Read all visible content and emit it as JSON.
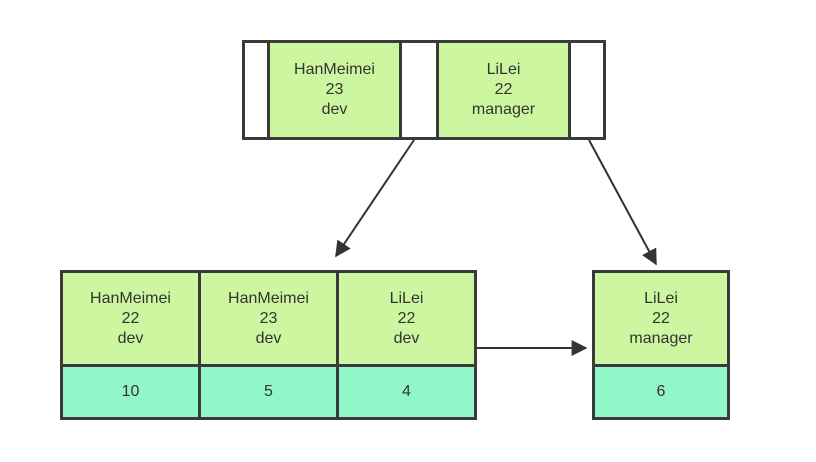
{
  "diagram": {
    "colors": {
      "key_fill": "#cdf6a0",
      "value_fill": "#91f7c9",
      "pointer_fill": "#ffffff",
      "border": "#3a3a3a",
      "text": "#333333",
      "arrow": "#333333",
      "canvas_bg": "#ffffff"
    },
    "root": {
      "keys": [
        {
          "lines": [
            "HanMeimei",
            "23",
            "dev"
          ]
        },
        {
          "lines": [
            "LiLei",
            "22",
            "manager"
          ]
        }
      ]
    },
    "leftLeaf": {
      "entries": [
        {
          "lines": [
            "HanMeimei",
            "22",
            "dev"
          ],
          "value": "10"
        },
        {
          "lines": [
            "HanMeimei",
            "23",
            "dev"
          ],
          "value": "5"
        },
        {
          "lines": [
            "LiLei",
            "22",
            "dev"
          ],
          "value": "4"
        }
      ]
    },
    "rightLeaf": {
      "entries": [
        {
          "lines": [
            "LiLei",
            "22",
            "manager"
          ],
          "value": "6"
        }
      ]
    }
  }
}
